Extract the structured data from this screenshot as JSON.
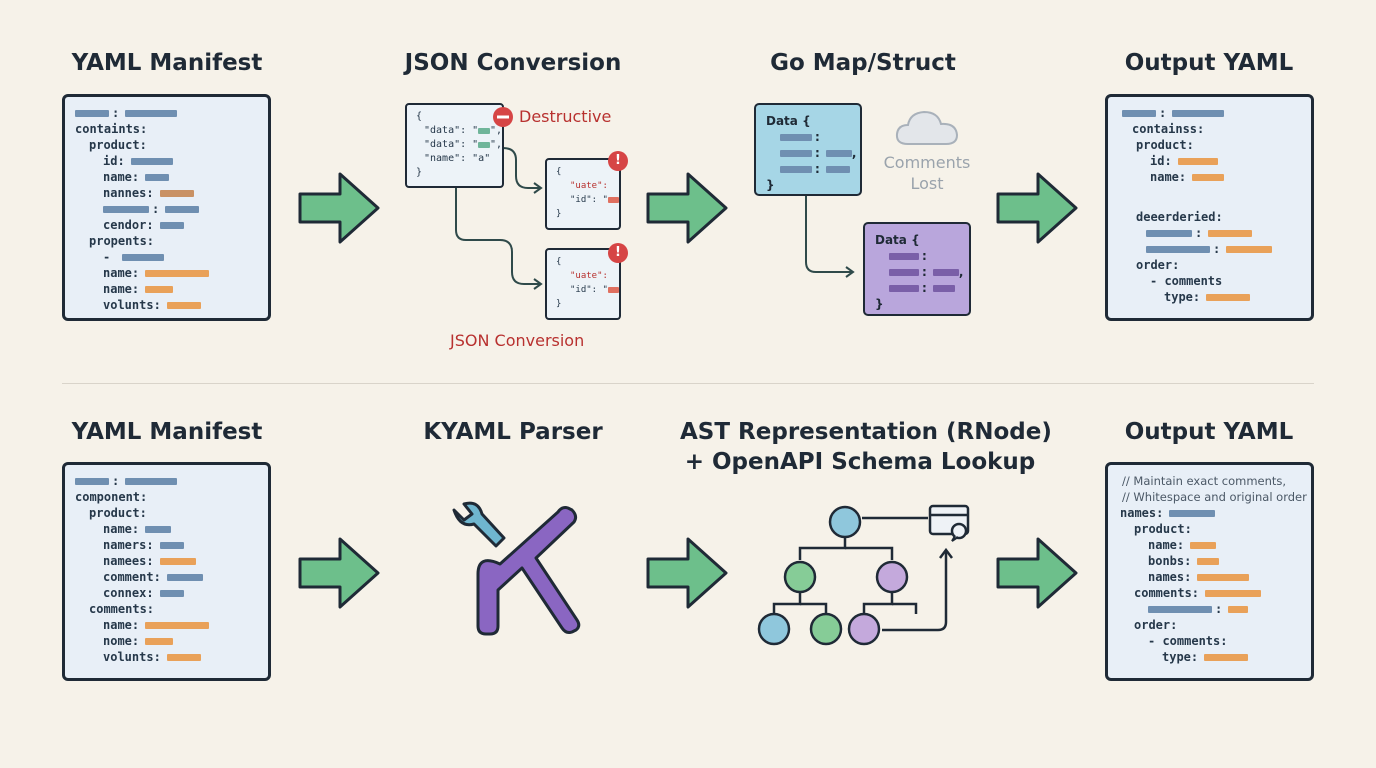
{
  "colors": {
    "background": "#f6f2e9",
    "ink": "#1f2a36",
    "panel_fill": "#e8eff7",
    "arrow_green": "#6dbf8b",
    "key_blue": "#6f8fb1",
    "value_orange": "#e9a159",
    "error_red": "#d64545",
    "go_struct_teal": "#a6d6e6",
    "ast_struct_purple": "#b9a6dc",
    "kyaml_purple": "#8a66c2",
    "wrench_teal": "#6fb6cf"
  },
  "top_row": {
    "titles": {
      "yaml_manifest": "YAML Manifest",
      "json_conversion": "JSON Conversion",
      "go_map_struct": "Go Map/Struct",
      "output_yaml": "Output YAML"
    },
    "input_yaml": {
      "lines": [
        {
          "text": "",
          "colon": ":"
        },
        {
          "text": "containts:"
        },
        {
          "text": "product:"
        },
        {
          "text": "id:"
        },
        {
          "text": "name:"
        },
        {
          "text": "nannes:"
        },
        {
          "text": "",
          "colon": ":"
        },
        {
          "text": "cendor:"
        },
        {
          "text": "propents:"
        },
        {
          "text": "-"
        },
        {
          "text": "name:"
        },
        {
          "text": "name:"
        },
        {
          "text": "volunts:"
        }
      ]
    },
    "json_box": {
      "open": "{",
      "lines": [
        "\"data\": \"",
        "\"data\": \"",
        "\"name\": \"a\""
      ],
      "line_suffix": [
        "\",",
        "\",",
        ""
      ],
      "close": "}",
      "destructive_label": "Destructive",
      "destructive_icon": "minus-circle-icon"
    },
    "json_small_1": {
      "open": "{",
      "lines": [
        "\"uate\":",
        "\"id\": \""
      ],
      "close": "}",
      "warn_icon": "!"
    },
    "json_small_2": {
      "open": "{",
      "lines": [
        "\"uate\":",
        "\"id\": \""
      ],
      "close": "}",
      "warn_icon": "!"
    },
    "json_caption": "JSON Conversion",
    "go_struct_1": {
      "header": "Data {",
      "close": "}"
    },
    "go_struct_2": {
      "header": "Data {",
      "close": "}"
    },
    "comments_lost": {
      "line1": "Comments",
      "line2": "Lost",
      "icon": "cloud-icon"
    },
    "output_yaml": {
      "lines": [
        {
          "text": "",
          "colon": ":"
        },
        {
          "text": "containss:"
        },
        {
          "text": "product:"
        },
        {
          "text": "id:"
        },
        {
          "text": "name:"
        },
        {
          "text": ""
        },
        {
          "text": "deeerderied:"
        },
        {
          "text": ""
        },
        {
          "text": "",
          "colon": ":"
        },
        {
          "text": "order:"
        },
        {
          "text": "- comments"
        },
        {
          "text": "type:"
        }
      ]
    }
  },
  "bottom_row": {
    "titles": {
      "yaml_manifest": "YAML Manifest",
      "kyaml_parser": "KYAML Parser",
      "ast_line1": "AST Representation (RNode)",
      "ast_line2": "+ OpenAPI Schema Lookup",
      "output_yaml": "Output YAML"
    },
    "input_yaml": {
      "lines": [
        {
          "text": "",
          "colon": ":"
        },
        {
          "text": "component:"
        },
        {
          "text": "product:"
        },
        {
          "text": "name:"
        },
        {
          "text": "namers:"
        },
        {
          "text": "namees:"
        },
        {
          "text": "comment:"
        },
        {
          "text": "connex:"
        },
        {
          "text": "comments:"
        },
        {
          "text": "name:"
        },
        {
          "text": "nome:"
        },
        {
          "text": "volunts:"
        }
      ]
    },
    "kyaml_icons": {
      "wrench": "wrench-icon",
      "k": "kyaml-k-logo"
    },
    "ast_icons": {
      "tree": "tree-icon",
      "schema": "schema-window-icon"
    },
    "output_yaml": {
      "comments": [
        "// Maintain exact comments,",
        "// Whitespace and original order"
      ],
      "lines": [
        {
          "text": "names:"
        },
        {
          "text": "product:"
        },
        {
          "text": "name:"
        },
        {
          "text": "bonbs:"
        },
        {
          "text": "names:"
        },
        {
          "text": "comments:"
        },
        {
          "text": "",
          "colon": ":"
        },
        {
          "text": "order:"
        },
        {
          "text": "- comments:"
        },
        {
          "text": "type:"
        }
      ]
    }
  }
}
